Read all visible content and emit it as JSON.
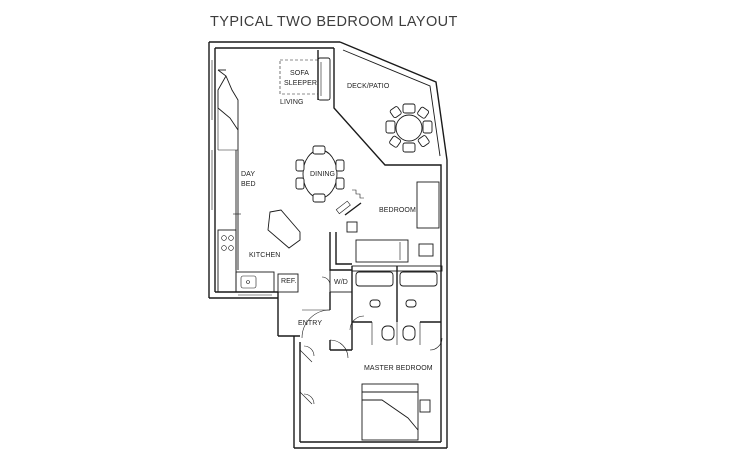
{
  "title": "TYPICAL TWO BEDROOM LAYOUT",
  "rooms": {
    "sofa": "SOFA",
    "sleeper": "SLEEPER",
    "living": "LIVING",
    "deck": "DECK/PATIO",
    "day": "DAY",
    "bed": "BED",
    "dining": "DINING",
    "bedroom": "BEDROOM",
    "kitchen": "KITCHEN",
    "ref": "REF.",
    "wd": "W/D",
    "entry": "ENTRY",
    "master": "MASTER BEDROOM"
  }
}
